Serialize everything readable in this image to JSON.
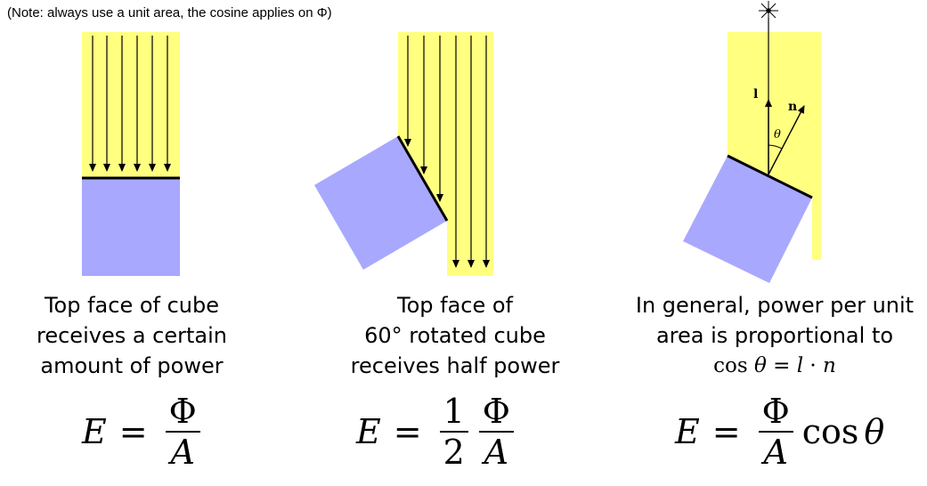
{
  "note": "(Note: always use a unit area, the cosine applies on Φ)",
  "colors": {
    "beam": "#ffff80",
    "cube": "#a8a8ff",
    "line": "#000000"
  },
  "panels": [
    {
      "caption_lines": [
        "Top face of cube",
        "receives a certain",
        "amount of power"
      ],
      "equation": {
        "lhs": "E",
        "eq": "=",
        "num": "Φ",
        "den": "A"
      }
    },
    {
      "caption_lines": [
        "Top face of",
        "60° rotated cube",
        "receives half power"
      ],
      "equation": {
        "lhs": "E",
        "eq": "=",
        "coef_num": "1",
        "coef_den": "2",
        "num": "Φ",
        "den": "A"
      }
    },
    {
      "caption_lines": [
        "In general, power per unit",
        "area is proportional to"
      ],
      "caption_math": {
        "cos": "cos",
        "theta": "θ",
        "eq": "=",
        "l": "l",
        "dot": "·",
        "n": "n"
      },
      "equation": {
        "lhs": "E",
        "eq": "=",
        "num": "Φ",
        "den": "A",
        "cos": "cos",
        "theta": "θ"
      }
    }
  ],
  "diagram_labels": {
    "l": "l",
    "n": "n",
    "theta": "θ"
  }
}
